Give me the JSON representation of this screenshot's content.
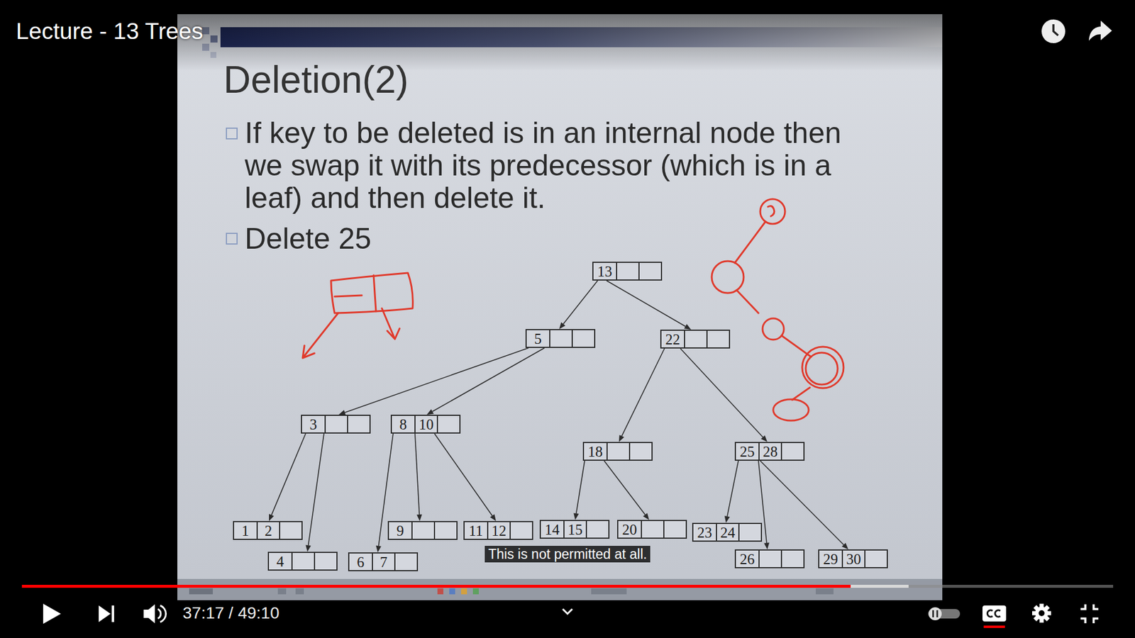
{
  "diagram": {
    "title": "Deletion(2)",
    "nodes": [
      {
        "text": [
          "13"
        ]
      },
      {
        "text": [
          "5"
        ]
      },
      {
        "text": [
          "22"
        ]
      },
      {
        "text": [
          "3"
        ]
      },
      {
        "text": [
          "8",
          "10"
        ]
      },
      {
        "text": [
          "18"
        ]
      },
      {
        "text": [
          "25",
          "28"
        ]
      },
      {
        "text": [
          "1",
          "2"
        ]
      },
      {
        "text": [
          "4"
        ]
      },
      {
        "text": [
          "6",
          "7"
        ]
      },
      {
        "text": [
          "9"
        ]
      },
      {
        "text": [
          "11",
          "12"
        ]
      },
      {
        "text": [
          "14",
          "15"
        ]
      },
      {
        "text": [
          "20"
        ]
      },
      {
        "text": [
          "23",
          "24"
        ]
      },
      {
        "text": [
          "26"
        ]
      },
      {
        "text": [
          "29",
          "30"
        ]
      }
    ],
    "edges": [
      {
        "from": 0,
        "to": 1,
        "arrow": "to"
      },
      {
        "from": 0,
        "to": 2,
        "arrow": "to"
      },
      {
        "from": 1,
        "to": 3,
        "arrow": "to"
      },
      {
        "from": 1,
        "to": 4,
        "arrow": "to"
      },
      {
        "from": 2,
        "to": 5,
        "arrow": "to"
      },
      {
        "from": 2,
        "to": 6,
        "arrow": "to"
      },
      {
        "from": 3,
        "to": 7,
        "arrow": "to"
      },
      {
        "from": 3,
        "to": 8,
        "arrow": "to"
      },
      {
        "from": 4,
        "to": 9,
        "arrow": "to"
      },
      {
        "from": 4,
        "to": 10,
        "arrow": "to"
      },
      {
        "from": 4,
        "to": 11,
        "arrow": "to"
      },
      {
        "from": 5,
        "to": 12,
        "arrow": "to"
      },
      {
        "from": 5,
        "to": 13,
        "arrow": "to"
      },
      {
        "from": 6,
        "to": 14,
        "arrow": "to"
      },
      {
        "from": 6,
        "to": 15,
        "arrow": "to"
      },
      {
        "from": 6,
        "to": 16,
        "arrow": "to"
      }
    ],
    "labels": [
      "Lecture - 13 Trees",
      "If key to be deleted is in an internal node then we swap it with its predecessor (which is in a leaf) and then delete it.",
      "Delete 25",
      "This is not permitted at all.",
      "37:17 / 49:10"
    ]
  }
}
